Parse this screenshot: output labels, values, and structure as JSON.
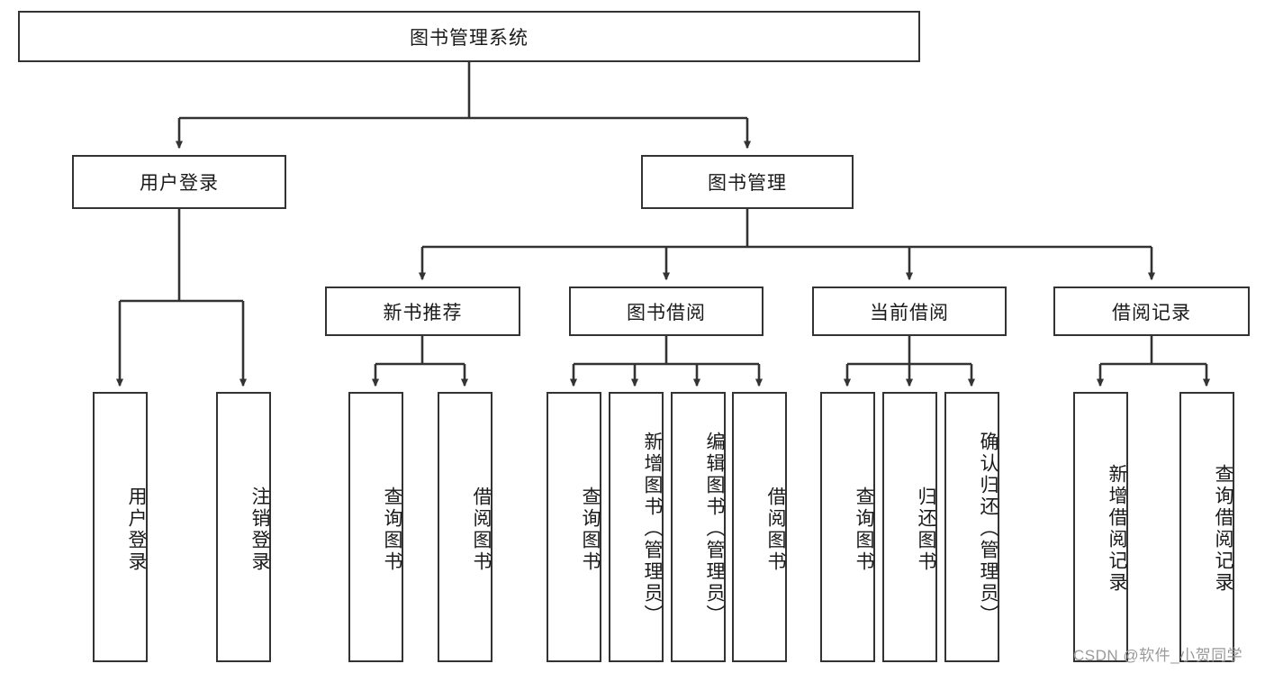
{
  "diagram": {
    "title": "图书管理系统",
    "watermark": "CSDN @软件_小贺同学",
    "stroke_color": "#333333",
    "background_color": "#ffffff",
    "text_color": "#1a1a1a",
    "watermark_color": "#9a9a9a"
  },
  "nodes": {
    "root": {
      "label": "图书管理系统",
      "level": 1
    },
    "user_login": {
      "label": "用户登录",
      "level": 2
    },
    "book_manage": {
      "label": "图书管理",
      "level": 2
    },
    "new_book_rec": {
      "label": "新书推荐",
      "level": 3
    },
    "book_borrow": {
      "label": "图书借阅",
      "level": 3
    },
    "current_borrow": {
      "label": "当前借阅",
      "level": 3
    },
    "borrow_record": {
      "label": "借阅记录",
      "level": 3
    },
    "leaf_user_login": {
      "label": "用户登录",
      "level": 4
    },
    "leaf_logout": {
      "label": "注销登录",
      "level": 4
    },
    "leaf_query_book_1": {
      "label": "查询图书",
      "level": 4
    },
    "leaf_borrow_book_1": {
      "label": "借阅图书",
      "level": 4
    },
    "leaf_query_book_2": {
      "label": "查询图书",
      "level": 4
    },
    "leaf_add_book": {
      "label": "新增图书（管理员）",
      "level": 4
    },
    "leaf_edit_book": {
      "label": "编辑图书（管理员）",
      "level": 4
    },
    "leaf_borrow_book_2": {
      "label": "借阅图书",
      "level": 4
    },
    "leaf_query_book_3": {
      "label": "查询图书",
      "level": 4
    },
    "leaf_return_book": {
      "label": "归还图书",
      "level": 4
    },
    "leaf_confirm_return": {
      "label": "确认归还（管理员）",
      "level": 4
    },
    "leaf_add_record": {
      "label": "新增借阅记录",
      "level": 4
    },
    "leaf_query_record": {
      "label": "查询借阅记录",
      "level": 4
    }
  },
  "chart_data": {
    "type": "diagram",
    "subtype": "tree-hierarchy",
    "title": "图书管理系统",
    "orientation": "top-down",
    "edge_style": "orthogonal-with-arrowheads",
    "levels": 4,
    "tree": {
      "label": "图书管理系统",
      "children": [
        {
          "label": "用户登录",
          "children": [
            {
              "label": "用户登录",
              "children": []
            },
            {
              "label": "注销登录",
              "children": []
            }
          ]
        },
        {
          "label": "图书管理",
          "children": [
            {
              "label": "新书推荐",
              "children": [
                {
                  "label": "查询图书",
                  "children": []
                },
                {
                  "label": "借阅图书",
                  "children": []
                }
              ]
            },
            {
              "label": "图书借阅",
              "children": [
                {
                  "label": "查询图书",
                  "children": []
                },
                {
                  "label": "新增图书（管理员）",
                  "children": []
                },
                {
                  "label": "编辑图书（管理员）",
                  "children": []
                },
                {
                  "label": "借阅图书",
                  "children": []
                }
              ]
            },
            {
              "label": "当前借阅",
              "children": [
                {
                  "label": "查询图书",
                  "children": []
                },
                {
                  "label": "归还图书",
                  "children": []
                },
                {
                  "label": "确认归还（管理员）",
                  "children": []
                }
              ]
            },
            {
              "label": "借阅记录",
              "children": [
                {
                  "label": "新增借阅记录",
                  "children": []
                },
                {
                  "label": "查询借阅记录",
                  "children": []
                }
              ]
            }
          ]
        }
      ]
    }
  }
}
